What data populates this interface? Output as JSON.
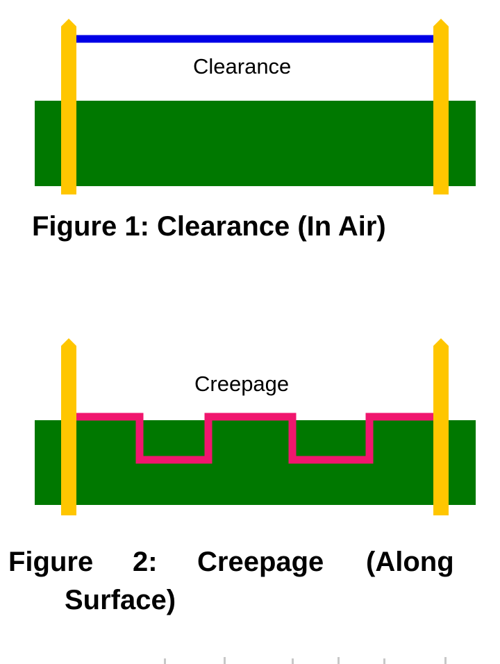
{
  "figure1": {
    "diagram_label": "Clearance",
    "caption": "Figure 1: Clearance (In Air)",
    "colors": {
      "pcb": "#007800",
      "conductor": "#ffc600",
      "path": "#0000e6"
    }
  },
  "figure2": {
    "diagram_label": "Creepage",
    "caption_words": [
      "Figure",
      "2:",
      "Creepage",
      "(Along",
      "Surface)"
    ],
    "colors": {
      "pcb": "#007800",
      "conductor": "#ffc600",
      "path": "#f0166e"
    }
  }
}
